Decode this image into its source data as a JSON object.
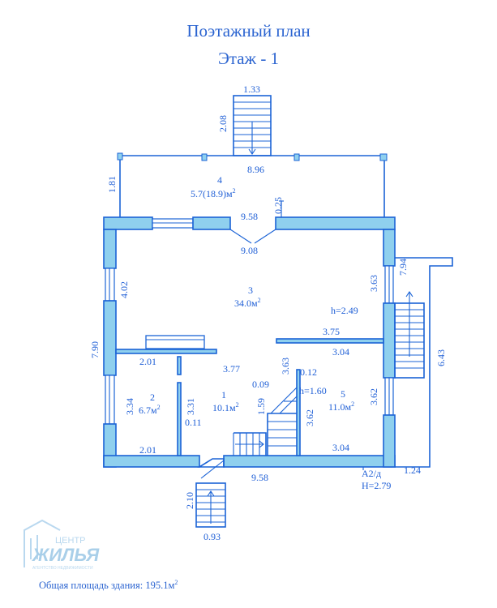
{
  "title": "Поэтажный план",
  "subtitle": "Этаж  - 1",
  "dims": {
    "stair_top_width": "1.33",
    "stair_top_len": "2.08",
    "terrace_width": "8.96",
    "terrace_depth": "1.81",
    "d_025": "0.25",
    "d_958_top": "9.58",
    "d_908": "9.08",
    "d_402": "4.02",
    "d_363_right": "3.63",
    "d_794": "7.94",
    "d_790": "7.90",
    "d_375": "3.75",
    "d_304_mid": "3.04",
    "d_201_top": "2.01",
    "d_377": "3.77",
    "d_363_mid": "3.63",
    "d_009": "0.09",
    "d_012": "0.12",
    "h_stair": "h=1.60",
    "d_334": "3.34",
    "d_331": "3.31",
    "d_011": "0.11",
    "d_159": "1.59",
    "d_362_mid": "3.62",
    "d_362_right": "3.62",
    "d_643": "6.43",
    "d_201_bot": "2.01",
    "d_304_bot": "3.04",
    "d_958_bot": "9.58",
    "d_124": "1.24",
    "stair_bot_len": "2.10",
    "stair_bot_width": "0.93",
    "h_room": "h=2.49"
  },
  "rooms": {
    "r4_num": "4",
    "r4_area_main": "5.7(18.9)м",
    "r3_num": "3",
    "r3_area_main": "34.0м",
    "r2_num": "2",
    "r2_area_main": "6.7м",
    "r1_num": "1",
    "r1_area_main": "10.1м",
    "r5_num": "5",
    "r5_area_main": "11.0м",
    "sup": "2"
  },
  "meta": {
    "code": "А2/д",
    "height": "Н=2.79"
  },
  "footer": {
    "total_area": "Общая площадь здания: 195.1м",
    "total_sup": "2"
  },
  "logo": {
    "small_text": "ЦЕНТР",
    "big_text": "ЖИЛЬЯ",
    "tagline": "АГЕНТСТВО НЕДВИЖИМОСТИ"
  },
  "colors": {
    "line": "#1b63d6",
    "wall_fill": "#8fd0ee",
    "text": "#1f5fd6"
  }
}
